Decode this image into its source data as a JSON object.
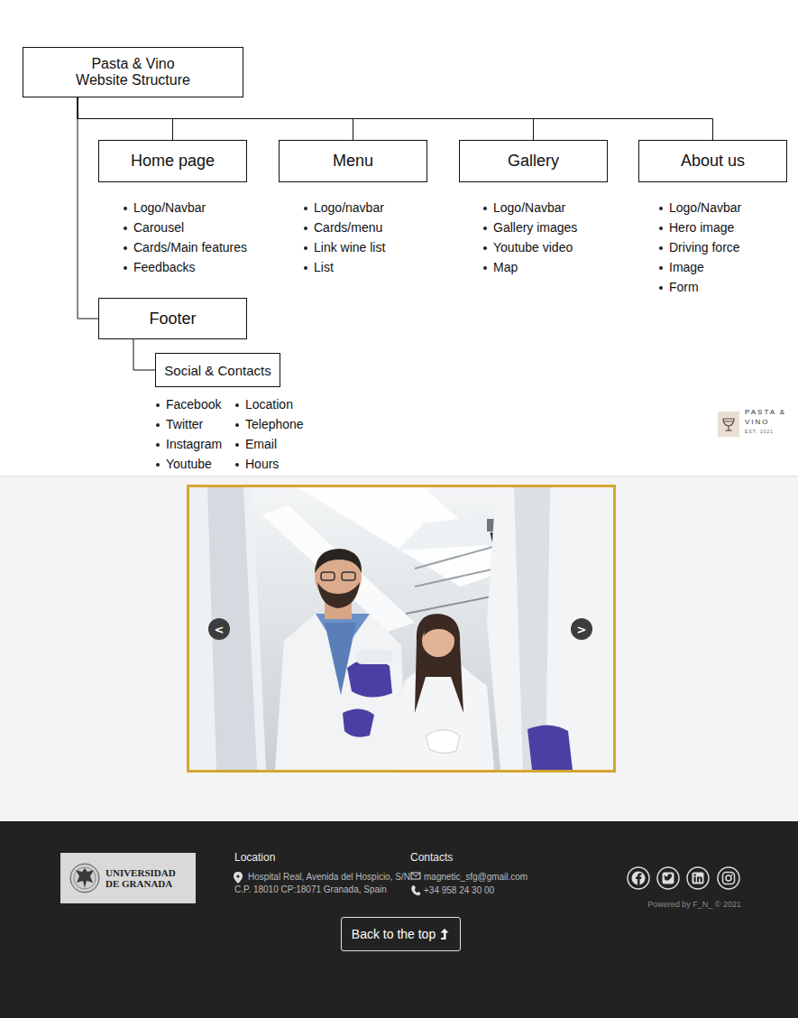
{
  "diagram": {
    "nodes": [
      {
        "text": [
          "Pasta & Vino Website Structure"
        ]
      },
      {
        "text": [
          "Home page"
        ]
      },
      {
        "text": [
          "Menu"
        ]
      },
      {
        "text": [
          "Gallery"
        ]
      },
      {
        "text": [
          "About us"
        ]
      },
      {
        "text": [
          "Footer"
        ]
      },
      {
        "text": [
          "Social & Contacts"
        ]
      },
      {
        "text": [
          "<"
        ]
      },
      {
        "text": [
          ">"
        ]
      },
      {
        "text": [
          "UNIVERSIDAD DE GRANADA"
        ]
      },
      {
        "text": [
          "Back to the top"
        ]
      }
    ],
    "edges": [
      {
        "from": 0,
        "to": 1,
        "arrow": "none"
      },
      {
        "from": 0,
        "to": 2,
        "arrow": "none"
      },
      {
        "from": 0,
        "to": 3,
        "arrow": "none"
      },
      {
        "from": 0,
        "to": 4,
        "arrow": "none"
      },
      {
        "from": 0,
        "to": 5,
        "arrow": "none"
      },
      {
        "from": 5,
        "to": 6,
        "arrow": "none"
      }
    ],
    "labels": [
      "Logo/Navbar",
      "Carousel",
      "Cards/Main features",
      "Feedbacks",
      "Logo/navbar",
      "Cards/menu",
      "Link wine list",
      "List",
      "Logo/Navbar",
      "Gallery images",
      "Youtube video",
      "Map",
      "Logo/Navbar",
      "Hero image",
      "Driving force",
      "Image",
      "Form",
      "Facebook",
      "Twitter",
      "Instagram",
      "Youtube",
      "Location",
      "Telephone",
      "Email",
      "Hours",
      "PASTA &",
      "VINO",
      "EST. 2021",
      "Location",
      "Hospital Real, Avenida del Hospicio, S/N C.P. 18010 CP:18071 Granada, Spain",
      "Contacts",
      "magnetic_sfg@gmail.com",
      "+34 958 24 30 00",
      "Powered by F_N_ © 2021"
    ]
  }
}
